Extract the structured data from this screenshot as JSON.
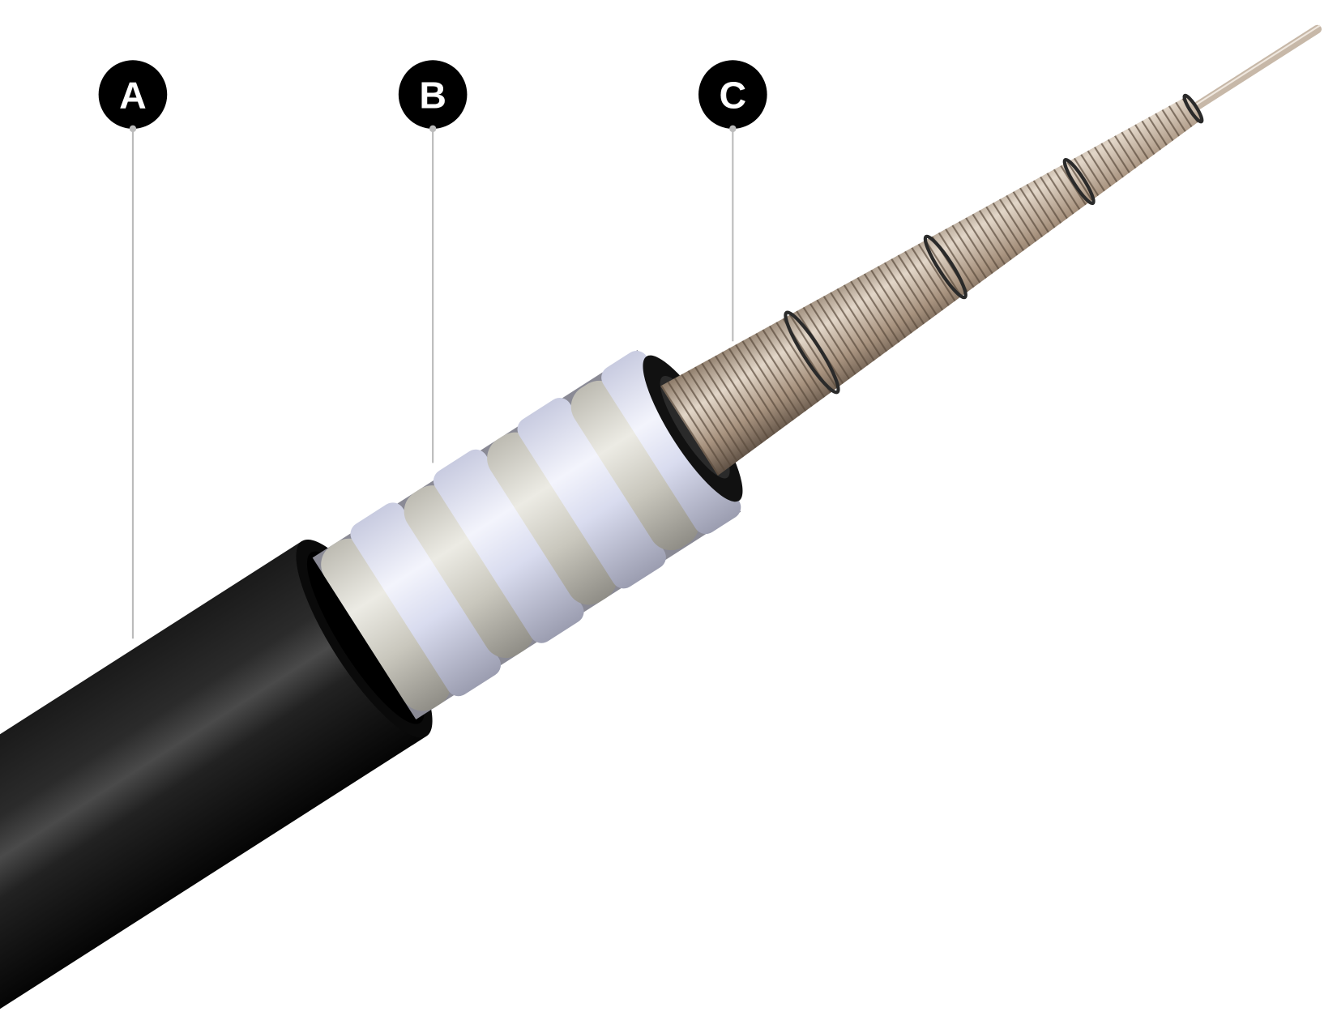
{
  "callouts": [
    {
      "letter": "A"
    },
    {
      "letter": "B"
    },
    {
      "letter": "C"
    }
  ],
  "colors": {
    "jacket": "#111111",
    "armor_light": "#dfe2f2",
    "armor_gray": "#c9c7be",
    "core": "#b5a18e",
    "callout": "#000000",
    "leader": "#bbbbbb"
  }
}
